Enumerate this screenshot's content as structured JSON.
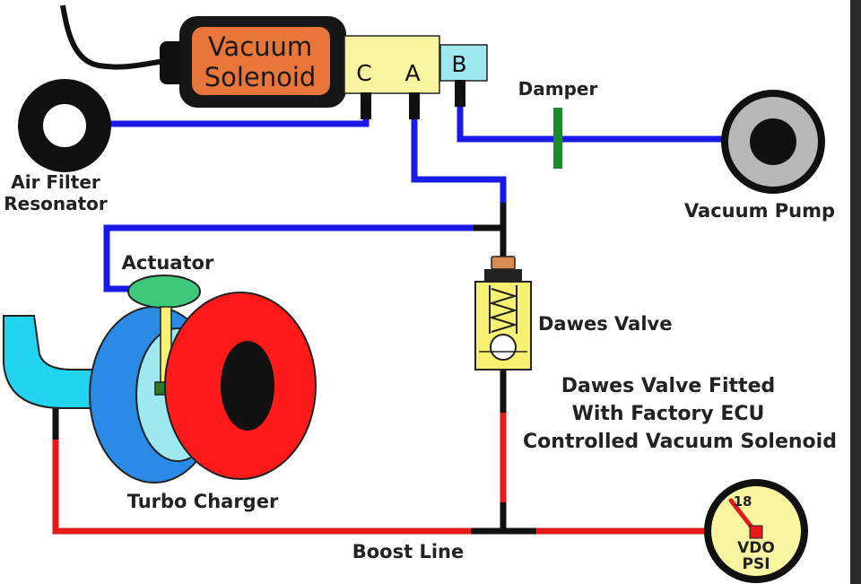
{
  "solenoid": {
    "line1": "Vacuum",
    "line2": "Solenoid",
    "port_c": "C",
    "port_a": "A",
    "port_b": "B"
  },
  "labels": {
    "damper": "Damper",
    "air_filter_line1": "Air Filter",
    "air_filter_line2": "Resonator",
    "vacuum_pump": "Vacuum Pump",
    "actuator": "Actuator",
    "dawes_valve": "Dawes Valve",
    "note_line1": "Dawes Valve Fitted",
    "note_line2": "With Factory ECU",
    "note_line3": "Controlled Vacuum Solenoid",
    "turbo_charger": "Turbo Charger",
    "boost_line": "Boost Line"
  },
  "gauge": {
    "reading": "18",
    "brand": "VDO",
    "unit": "PSI"
  },
  "colors": {
    "vacuum_line": "#1a1ae6",
    "boost_line": "#e61a1a",
    "solenoid_body": "#e8763a",
    "port_block": "#f8f4a0",
    "port_b_block": "#9ee8f0",
    "damper": "#1a8a2a",
    "turbo_compressor": "#2a8ae6",
    "turbo_turbine": "#ff1a1a",
    "actuator": "#3ec87a",
    "dawes_valve": "#f8f070",
    "gauge_face": "#f8f4a0",
    "intake_pipe": "#22d4f0"
  }
}
